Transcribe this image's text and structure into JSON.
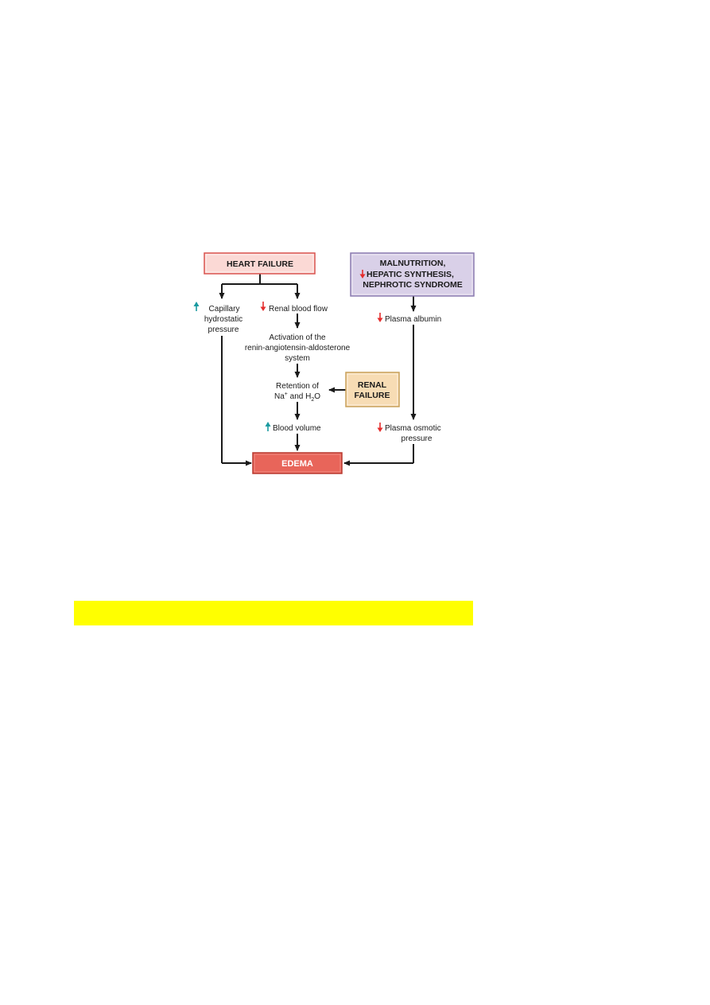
{
  "boxes": {
    "heart_failure": "HEART FAILURE",
    "malnutrition_line1": "MALNUTRITION,",
    "malnutrition_line2": "HEPATIC SYNTHESIS,",
    "malnutrition_line3": "NEPHROTIC SYNDROME",
    "renal_failure_line1": "RENAL",
    "renal_failure_line2": "FAILURE",
    "edema": "EDEMA"
  },
  "nodes": {
    "capillary_line1": "Capillary",
    "capillary_line2": "hydrostatic",
    "capillary_line3": "pressure",
    "renal_blood_flow": "Renal blood flow",
    "activation_line1": "Activation of the",
    "activation_line2": "renin-angiotensin-aldosterone",
    "activation_line3": "system",
    "retention_line1": "Retention of",
    "retention_na": "Na",
    "retention_plus": "+",
    "retention_and": " and H",
    "retention_2": "2",
    "retention_o": "O",
    "blood_volume": "Blood volume",
    "plasma_albumin": "Plasma albumin",
    "osmotic_line1": "Plasma osmotic",
    "osmotic_line2": "pressure"
  },
  "colors": {
    "heart_failure_fill": "#fbd9d5",
    "heart_failure_border": "#d9534f",
    "malnutrition_fill": "#d9d0e8",
    "malnutrition_border": "#8b7bb0",
    "renal_failure_fill": "#f7dcb4",
    "renal_failure_border": "#c9a05a",
    "edema_fill": "#e8655a",
    "edema_border": "#b83a30",
    "increase_arrow": "#1a9aa0",
    "decrease_arrow": "#e52d2d",
    "highlight": "#ffff00"
  },
  "icons": {
    "increase": "teal-up-arrow-icon",
    "decrease": "red-down-arrow-icon"
  }
}
